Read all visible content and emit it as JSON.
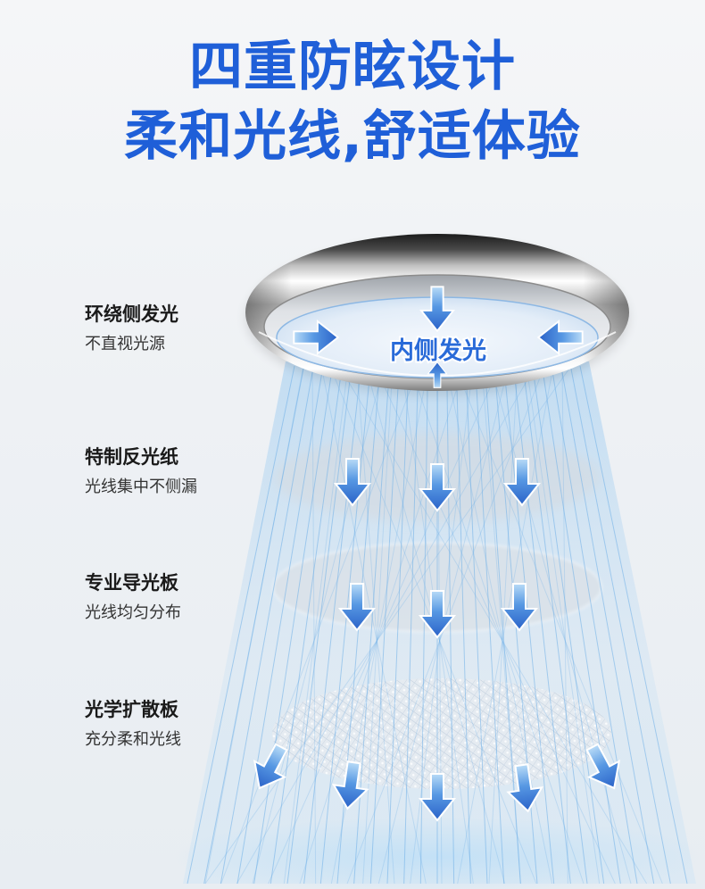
{
  "headline": {
    "line1": "四重防眩设计",
    "line2": "柔和光线,舒适体验"
  },
  "center_label": "内侧发光",
  "features": [
    {
      "title": "环绕侧发光",
      "desc": "不直视光源"
    },
    {
      "title": "特制反光纸",
      "desc": "光线集中不侧漏"
    },
    {
      "title": "专业导光板",
      "desc": "光线均匀分布"
    },
    {
      "title": "光学扩散板",
      "desc": "充分柔和光线"
    }
  ],
  "colors": {
    "headline": "#1f5fd8",
    "arrow": "#3b7fdc",
    "beam": "#6fb0e8",
    "label": "#2a6bd8",
    "background": "#eef1f4"
  },
  "icons": {
    "ring": "ring-light-icon",
    "arrow": "arrow-icon",
    "reflector": "reflector-disc-icon",
    "light_guide": "light-guide-plate-icon",
    "diffuser": "diffuser-plate-icon"
  }
}
